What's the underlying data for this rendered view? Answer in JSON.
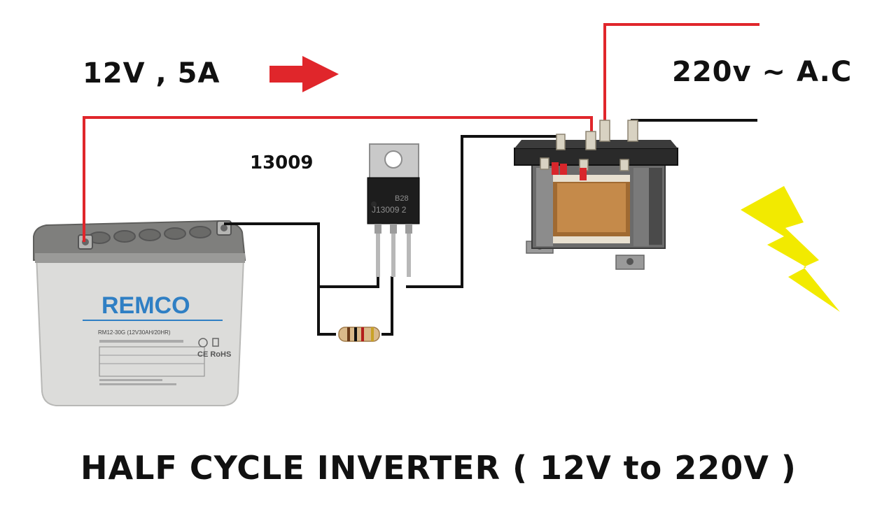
{
  "labels": {
    "input": "12V , 5A",
    "output": "220v ~ A.C",
    "transistor_part": "13009",
    "title": "HALF CYCLE INVERTER ( 12V to 220V )"
  },
  "battery": {
    "brand": "REMCO",
    "model_line": "RM12-30G (12V30AH/20HR)",
    "marks": "CE RoHS"
  },
  "transistor": {
    "marking_top": "B28",
    "marking_bottom": "J13009 2"
  },
  "colors": {
    "positive_wire": "#e0262b",
    "negative_wire": "#111111",
    "arrow": "#e0262b",
    "lightning": "#f2ea00",
    "battery_body": "#d8d8d6",
    "battery_lid": "#8a8a88",
    "brand_blue": "#2f7fc4",
    "transformer_core": "#c58a4a"
  }
}
